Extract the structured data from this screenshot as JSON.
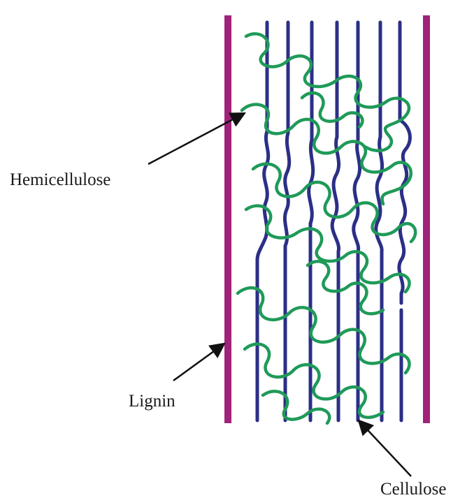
{
  "labels": {
    "hemicellulose": "Hemicellulose",
    "lignin": "Lignin",
    "cellulose": "Cellulose"
  },
  "colors": {
    "lignin": "#a0227a",
    "cellulose": "#2b2f86",
    "hemicellulose": "#1f9a58",
    "arrow": "#111111",
    "text": "#1a1a1a"
  }
}
